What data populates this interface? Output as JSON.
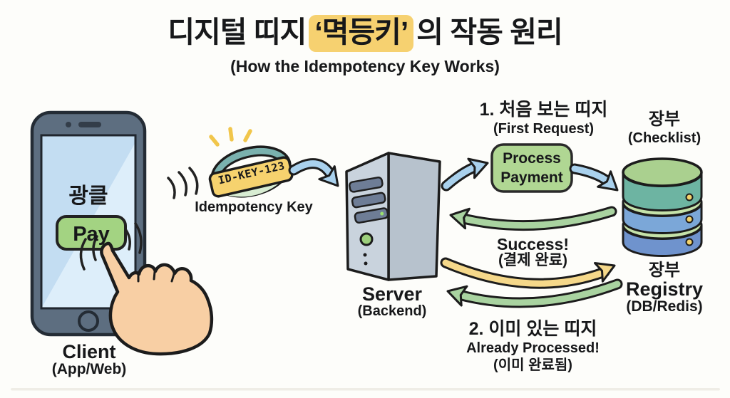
{
  "title": {
    "prefix": "디지털 띠지",
    "highlight": "‘멱등키’",
    "suffix": "의 작동 원리",
    "subtitle": "(How the Idempotency Key Works)"
  },
  "client": {
    "screen_text": "광클",
    "pay_button": "Pay",
    "label": "Client",
    "sublabel": "(App/Web)"
  },
  "idempotency_key": {
    "tag": "ID-KEY-123",
    "label": "Idempotency Key"
  },
  "server": {
    "label": "Server",
    "sublabel": "(Backend)"
  },
  "first_request": {
    "title_kr": "1. 처음 보는 띠지",
    "title_en": "(First Request)",
    "process_box": "Process Payment",
    "result": "Success!",
    "result_kr": "(결제 완료)"
  },
  "second_request": {
    "title_kr": "2. 이미 있는 띠지",
    "title_en": "Already Processed!",
    "note_kr": "(이미 완료됨)"
  },
  "registry": {
    "label_kr": "장부",
    "label_en": "(Checklist)",
    "name_kr": "장부",
    "name": "Registry",
    "sublabel": "(DB/Redis)"
  },
  "colors": {
    "highlight": "#f6d170",
    "pay_button": "#a3d382",
    "process_box": "#b0d793",
    "arrow_blue": "#a9d1ed",
    "arrow_green": "#a9d3a0",
    "arrow_yellow": "#f5d88a",
    "band_teal": "#7ab1ae",
    "tag_yellow": "#f6d26e",
    "db_green": "#aad08f",
    "db_teal": "#6db4a2",
    "db_blue": "#7ba7d8",
    "phone_body": "#5d6e80",
    "screen_blue": "#c3ddf2",
    "hand_skin": "#f8cfa4"
  }
}
